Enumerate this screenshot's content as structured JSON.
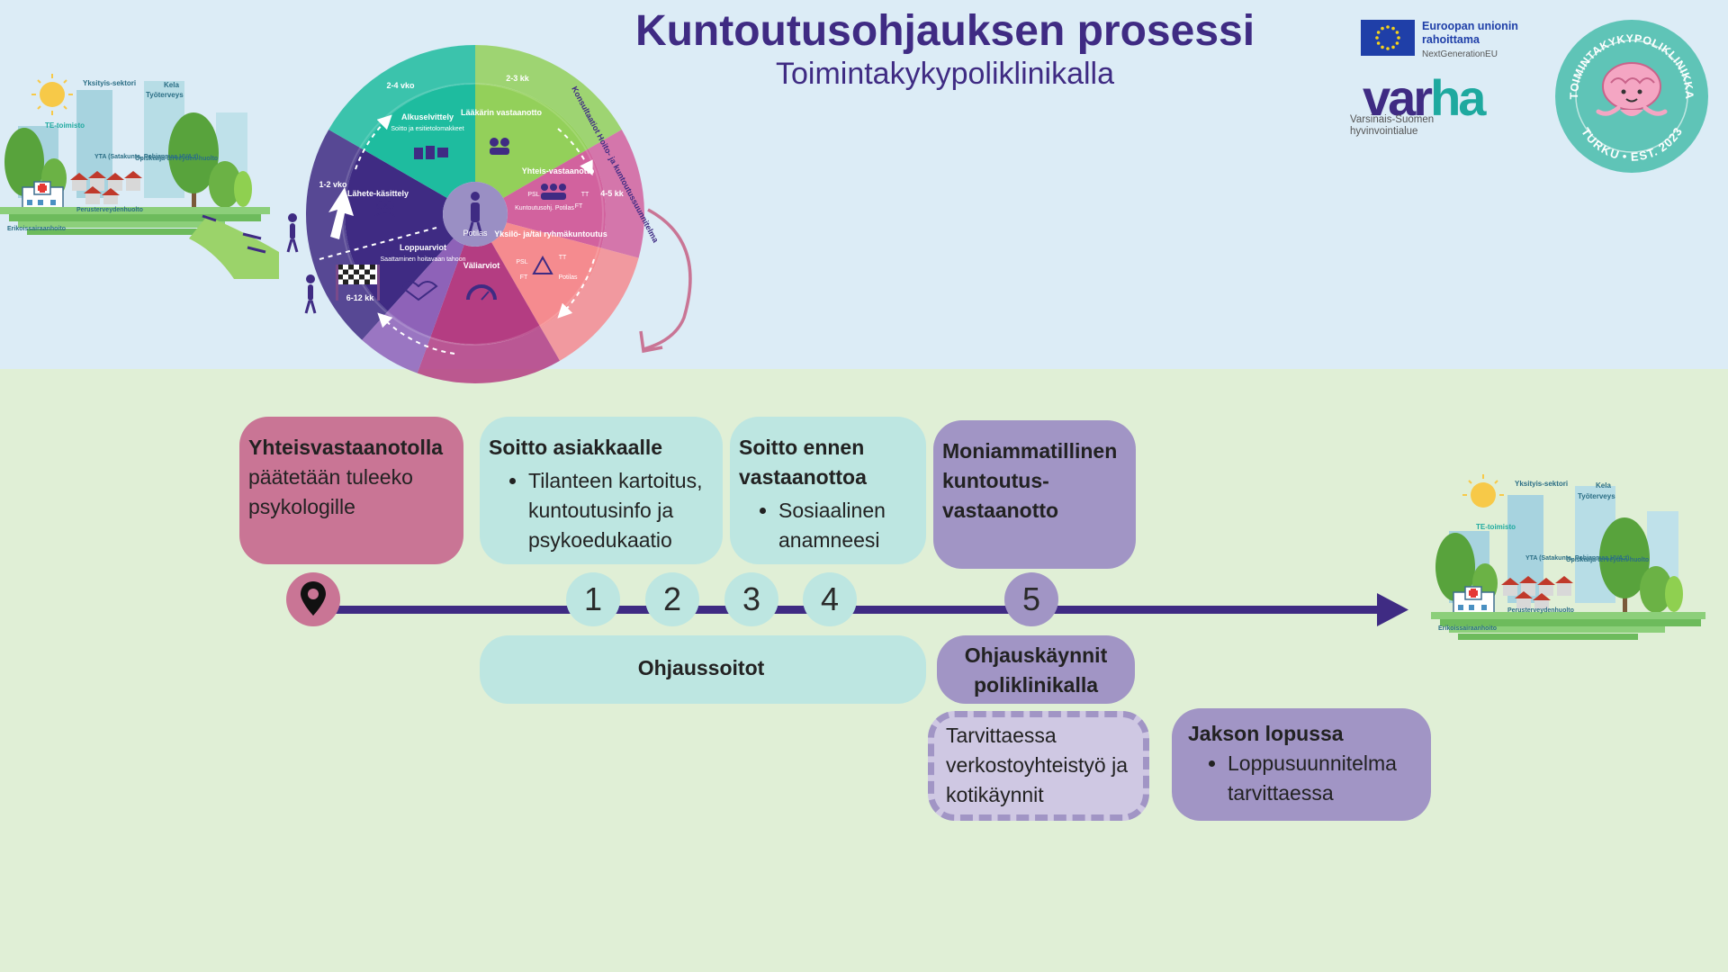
{
  "header": {
    "title": "Kuntoutusohjauksen prosessi",
    "subtitle": "Toimintakykypoliklinikalla"
  },
  "logos": {
    "eu": {
      "line1": "Euroopan unionin",
      "line2": "rahoittama",
      "line3": "NextGenerationEU"
    },
    "varha": {
      "word_a": "var",
      "word_b": "ha",
      "line1": "Varsinais-Suomen",
      "line2": "hyvinvointialue"
    },
    "badge": {
      "top_text": "TOIMINTAKYKYPOLIKLINIKKA",
      "bottom_text": "TURKU • EST. 2023"
    }
  },
  "landscape_left": {
    "labels": [
      "Yksityis-sektori",
      "Kela",
      "Työterveys",
      "TE-toimisto",
      "YTA (Satakunta, Pohjanmaa HVA:t)",
      "Opiskelija-terveyden-huolto",
      "Perusterveydenhuolto",
      "Erikoissairaanhoito"
    ]
  },
  "landscape_right": {
    "labels": [
      "Yksityis-sektori",
      "Kela",
      "Työterveys",
      "TE-toimisto",
      "YTA (Satakunta, Pohjanmaa HVA:t)",
      "Opiskelija-terveyden-huolto",
      "Perusterveydenhuolto",
      "Erikoissairaanhoito"
    ]
  },
  "wheel": {
    "center": "Potilas",
    "segments": [
      {
        "name": "Lähete-käsittely",
        "time": "1-2 vko",
        "color": "#3f2b83"
      },
      {
        "name": "Alkuselvittely",
        "detail": "Soitto ja esitietolomakkeet",
        "time": "2-4 vko",
        "color": "#1ebc9f"
      },
      {
        "name": "Lääkärin vastaanotto",
        "time": "2-3 kk",
        "color": "#93d05a"
      },
      {
        "name": "Yhteis-vastaanotto",
        "detail": "Kuntoutusohj.  Potilas",
        "roles": [
          "PSL",
          "TT",
          "FT"
        ],
        "time": "4-5 kk",
        "color": "#d2629e"
      },
      {
        "name": "Yksilö- ja/tai ryhmäkuntoutus",
        "roles": [
          "PSL",
          "TT",
          "FT",
          "Potilas"
        ],
        "color": "#f58b8f"
      },
      {
        "name": "Väliarviot",
        "color": "#b43d82"
      },
      {
        "name": "Loppuarviot",
        "detail": "Saattaminen hoitavaan tahoon",
        "time": "6-12 kk",
        "color": "#8e62b8"
      }
    ],
    "outer_label": "Konsultaatiot Hoito- ja kuntoutussuunnitelma"
  },
  "timeline": {
    "steps": [
      "1",
      "2",
      "3",
      "4",
      "5"
    ],
    "top_boxes": [
      {
        "title": "Yhteisvastaanotolla",
        "text": "päätetään tuleeko psykologille"
      },
      {
        "title": "Soitto asiakkaalle",
        "bullets": [
          "Tilanteen kartoitus, kuntoutusinfo ja psykoedukaatio"
        ]
      },
      {
        "title": "Soitto ennen vastaanottoa",
        "bullets": [
          "Sosiaalinen anamneesi"
        ]
      },
      {
        "title": "Moniammatillinen kuntoutus-vastaanotto"
      }
    ],
    "bottom_boxes": [
      {
        "title": "Ohjaussoitot"
      },
      {
        "title": "Ohjauskäynnit poliklinikalla"
      },
      {
        "text": "Tarvittaessa verkostoyhteistyö ja kotikäynnit"
      },
      {
        "title": "Jakson lopussa",
        "bullets": [
          "Loppusuunnitelma tarvittaessa"
        ]
      }
    ]
  },
  "colors": {
    "title": "#3f2b83",
    "pink": "#c97595",
    "teal": "#bde6e1",
    "purple": "#a195c5",
    "line": "#3f2b83"
  }
}
